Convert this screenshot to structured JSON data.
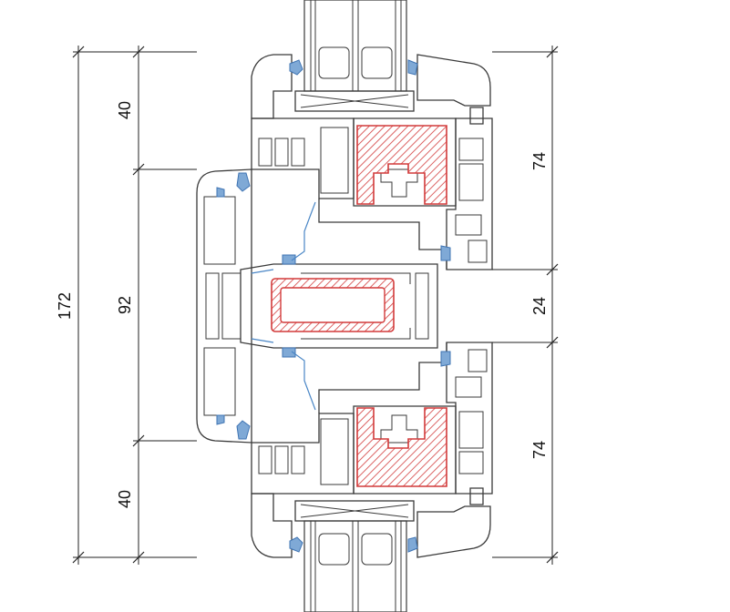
{
  "colors": {
    "profile": "#3a3a3a",
    "gasket": "#7fa9d6",
    "steel_outline": "#d23a3a",
    "dimension": "#222222"
  },
  "dimensions": {
    "left_outer": "172",
    "left_top": "40",
    "left_middle": "92",
    "left_bottom": "40",
    "right_top": "74",
    "right_middle": "24",
    "right_bottom": "74"
  }
}
